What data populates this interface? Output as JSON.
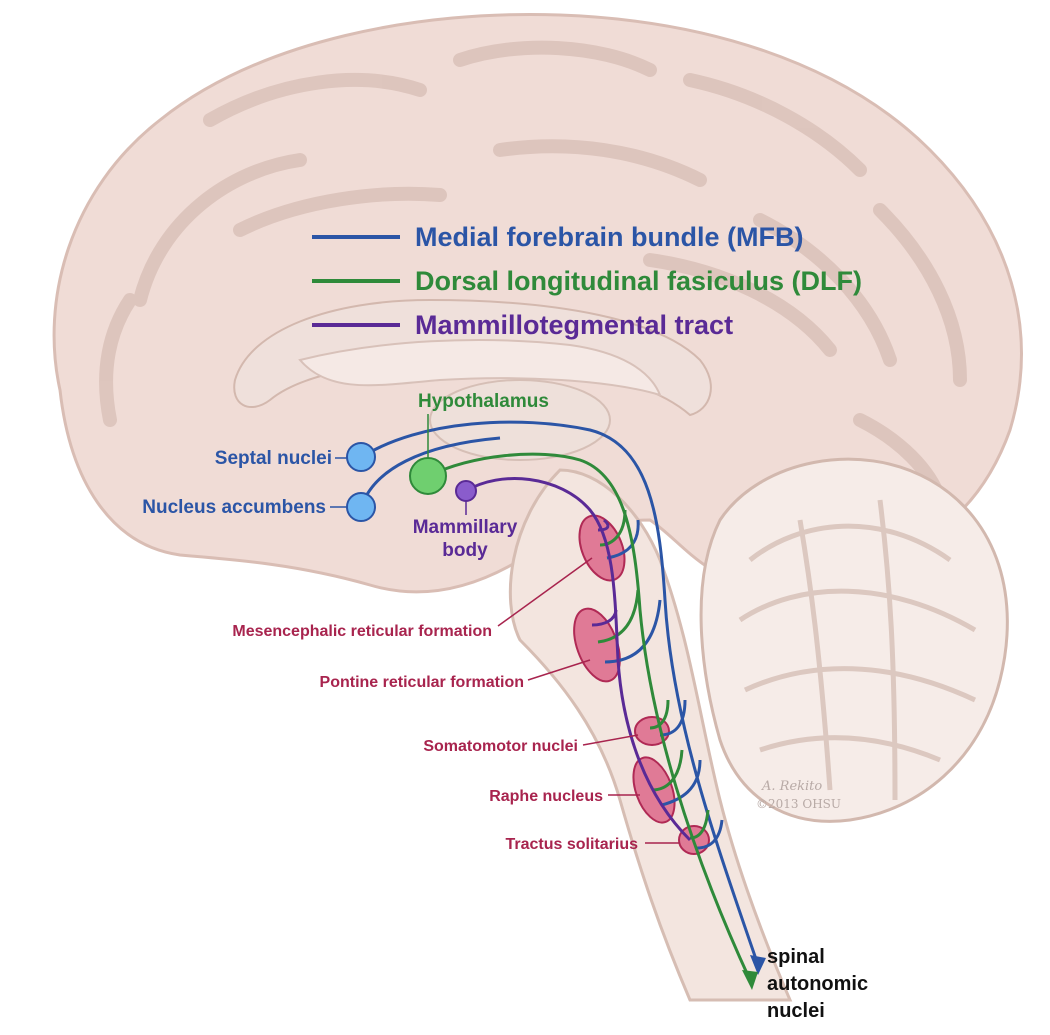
{
  "legend": {
    "mfb": {
      "label": "Medial forebrain bundle (MFB)",
      "color": "#2b55a6"
    },
    "dlf": {
      "label": "Dorsal longitudinal fasiculus (DLF)",
      "color": "#2f8a3a"
    },
    "mtt": {
      "label": "Mammillotegmental tract",
      "color": "#5a2a96"
    }
  },
  "structures": {
    "hypothalamus": "Hypothalamus",
    "septal_nuclei": "Septal nuclei",
    "nucleus_accumbens": "Nucleus accumbens",
    "mammillary_body_line1": "Mammillary",
    "mammillary_body_line2": "body",
    "mesencephalic": "Mesencephalic reticular formation",
    "pontine": "Pontine reticular formation",
    "somatomotor": "Somatomotor nuclei",
    "raphe": "Raphe nucleus",
    "tractus": "Tractus solitarius",
    "target_line1": "spinal",
    "target_line2": "autonomic",
    "target_line3": "nuclei"
  },
  "signature": {
    "line1": "A. Rekito",
    "line2": "©2013 OHSU"
  },
  "colors": {
    "brain_fill": "#f0dcd6",
    "brain_stroke": "#d9bdb4",
    "nucleus_fill": "#e07a96",
    "nucleus_stroke": "#b02a55",
    "septal_fill": "#6fb6f2",
    "hypothalamus_fill": "#6fcf6f",
    "mammillary_fill": "#8a5ccc"
  }
}
